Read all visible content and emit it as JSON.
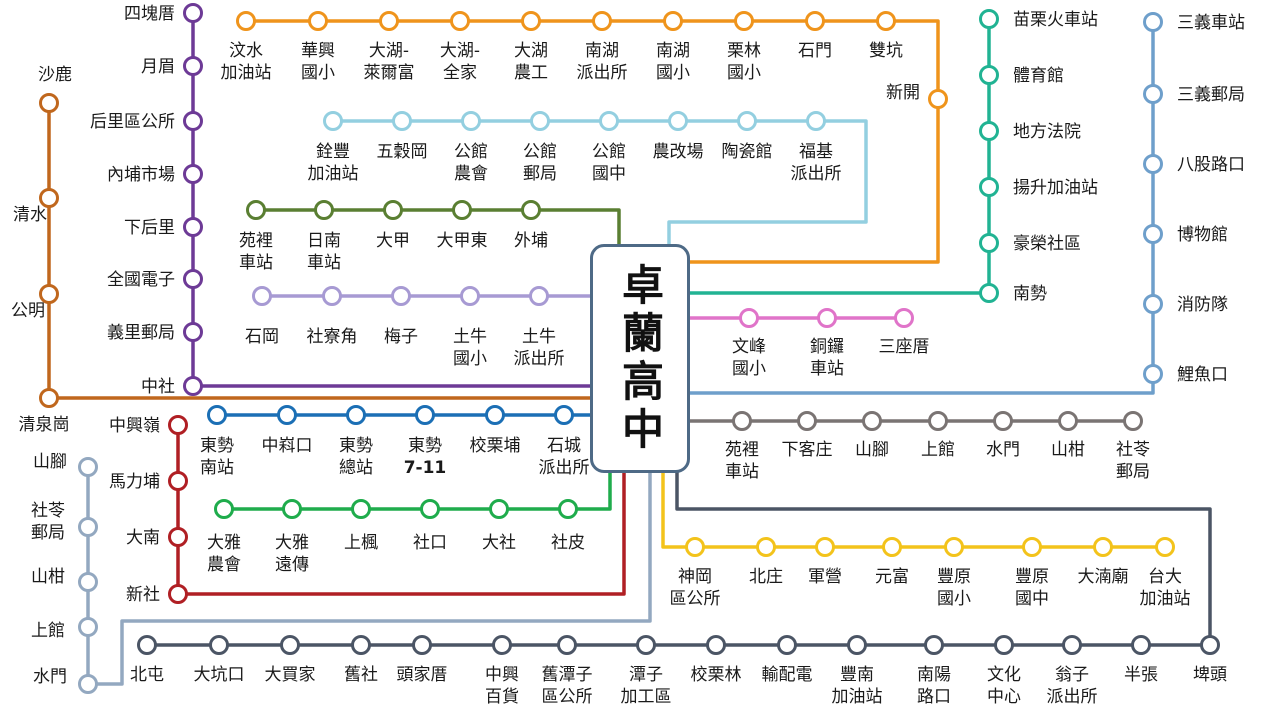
{
  "hub": {
    "name": "卓蘭高中"
  },
  "routes": [
    {
      "id": "houli",
      "color": "#6d3a96",
      "stops": [
        "四塊厝",
        "月眉",
        "后里區公所",
        "內埔市場",
        "下后里",
        "全國電子",
        "義里郵局",
        "中社"
      ]
    },
    {
      "id": "qingshui",
      "color": "#c0671d",
      "stops": [
        "沙鹿",
        "清水",
        "公明",
        "清泉崗"
      ]
    },
    {
      "id": "dahu",
      "color": "#ef941c",
      "stops": [
        "汶水\n加油站",
        "華興\n國小",
        "大湖-\n萊爾富",
        "大湖-\n全家",
        "大湖\n農工",
        "南湖\n派出所",
        "南湖\n國小",
        "栗林\n國小",
        "石門",
        "雙坑",
        "新開"
      ]
    },
    {
      "id": "gongguan",
      "color": "#93cfe0",
      "stops": [
        "銓豐\n加油站",
        "五穀岡",
        "公館\n農會",
        "公館\n郵局",
        "公館\n國中",
        "農改場",
        "陶瓷館",
        "福基\n派出所"
      ]
    },
    {
      "id": "dajia",
      "color": "#5a7f32",
      "stops": [
        "苑裡\n車站",
        "日南\n車站",
        "大甲",
        "大甲東",
        "外埔"
      ]
    },
    {
      "id": "shigang",
      "color": "#a79ad3",
      "stops": [
        "石岡",
        "社寮角",
        "梅子",
        "土牛\n國小",
        "土牛\n派出所"
      ]
    },
    {
      "id": "miaoli",
      "color": "#21b393",
      "stops": [
        "苗栗火車站",
        "體育館",
        "地方法院",
        "揚升加油站",
        "豪榮社區",
        "南勢"
      ]
    },
    {
      "id": "sanyi",
      "color": "#6e9fcb",
      "stops": [
        "三義車站",
        "三義郵局",
        "八股路口",
        "博物館",
        "消防隊",
        "鯉魚口"
      ]
    },
    {
      "id": "tongluo",
      "color": "#e074c9",
      "stops": [
        "文峰\n國小",
        "銅鑼\n車站",
        "三座厝"
      ]
    },
    {
      "id": "yuanli",
      "color": "#7a7473",
      "stops": [
        "苑裡\n車站",
        "下客庄",
        "山腳",
        "上館",
        "水門",
        "山柑",
        "社苓\n郵局"
      ]
    },
    {
      "id": "dongshi",
      "color": "#1b6fb5",
      "stops": [
        "東勢\n南站",
        "中嵙口",
        "東勢\n總站",
        "東勢\n7-11",
        "校栗埔",
        "石城\n派出所"
      ]
    },
    {
      "id": "daya",
      "color": "#1fac4c",
      "stops": [
        "大雅\n農會",
        "大雅\n遠傳",
        "上楓",
        "社口",
        "大社",
        "社皮"
      ]
    },
    {
      "id": "xinshe",
      "color": "#b01f24",
      "stops": [
        "中興嶺",
        "馬力埔",
        "大南",
        "新社"
      ]
    },
    {
      "id": "shuimen",
      "color": "#93a8c0",
      "stops": [
        "山腳",
        "社苓\n郵局",
        "山柑",
        "上館",
        "水門"
      ]
    },
    {
      "id": "shengang",
      "color": "#f3c31b",
      "stops": [
        "神岡\n區公所",
        "北庄",
        "軍營",
        "元富",
        "豐原\n國小",
        "豐原\n國中",
        "大湳廟",
        "台大\n加油站"
      ]
    },
    {
      "id": "beitun",
      "color": "#4b5565",
      "stops": [
        "北屯",
        "大坑口",
        "大買家",
        "舊社",
        "頭家厝",
        "中興\n百貨",
        "舊潭子\n區公所",
        "潭子\n加工區",
        "校栗林",
        "輸配電",
        "豐南\n加油站",
        "南陽\n路口",
        "文化\n中心",
        "翁子\n派出所",
        "半張",
        "埤頭"
      ]
    }
  ]
}
